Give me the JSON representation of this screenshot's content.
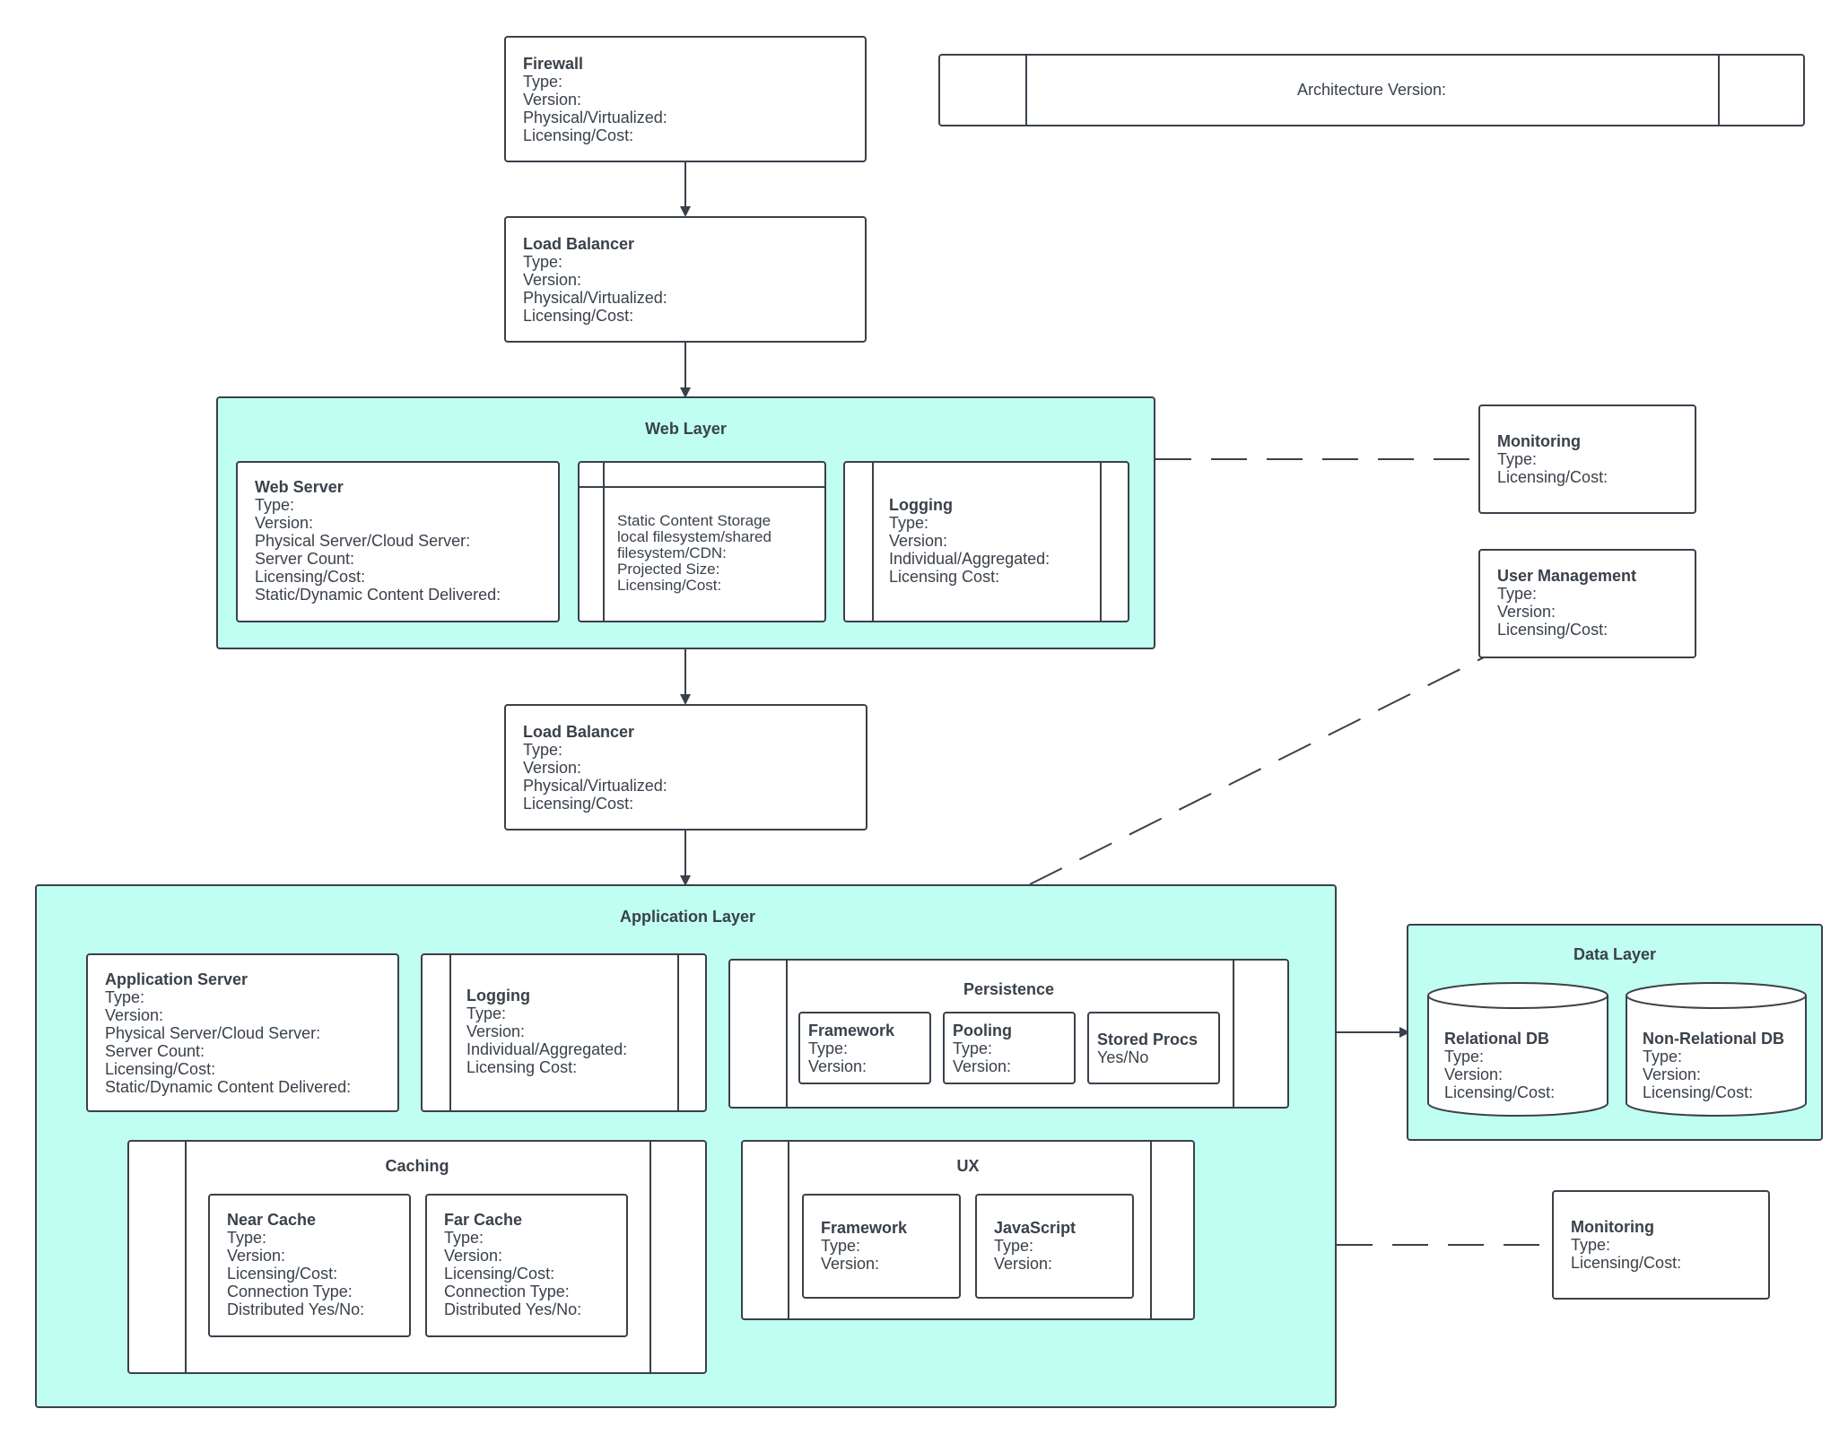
{
  "version": {
    "label": "Architecture Version:"
  },
  "firewall": {
    "title": "Firewall",
    "lines": [
      "Type:",
      "Version:",
      "Physical/Virtualized:",
      "Licensing/Cost:"
    ]
  },
  "lb1": {
    "title": "Load Balancer",
    "lines": [
      "Type:",
      "Version:",
      "Physical/Virtualized:",
      "Licensing/Cost:"
    ]
  },
  "web_layer": {
    "title": "Web Layer",
    "web_server": {
      "title": "Web Server",
      "lines": [
        "Type:",
        "Version:",
        "Physical Server/Cloud Server:",
        "Server Count:",
        "Licensing/Cost:",
        "Static/Dynamic Content Delivered:"
      ]
    },
    "static_storage": {
      "lines": [
        "Static Content Storage",
        "local filesystem/shared",
        "filesystem/CDN:",
        "Projected Size:",
        "Licensing/Cost:"
      ]
    },
    "logging": {
      "title": "Logging",
      "lines": [
        "Type:",
        "Version:",
        "Individual/Aggregated:",
        "Licensing Cost:"
      ]
    }
  },
  "monitoring1": {
    "title": "Monitoring",
    "lines": [
      "Type:",
      "Licensing/Cost:"
    ]
  },
  "user_mgmt": {
    "title": "User Management",
    "lines": [
      "Type:",
      "Version:",
      "Licensing/Cost:"
    ]
  },
  "lb2": {
    "title": "Load Balancer",
    "lines": [
      "Type:",
      "Version:",
      "Physical/Virtualized:",
      "Licensing/Cost:"
    ]
  },
  "app_layer": {
    "title": "Application Layer",
    "app_server": {
      "title": "Application Server",
      "lines": [
        "Type:",
        "Version:",
        "Physical Server/Cloud Server:",
        "Server Count:",
        "Licensing/Cost:",
        "Static/Dynamic Content Delivered:"
      ]
    },
    "logging": {
      "title": "Logging",
      "lines": [
        "Type:",
        "Version:",
        "Individual/Aggregated:",
        "Licensing Cost:"
      ]
    },
    "persistence": {
      "title": "Persistence",
      "framework": {
        "title": "Framework",
        "lines": [
          "Type:",
          "Version:"
        ]
      },
      "pooling": {
        "title": "Pooling",
        "lines": [
          "Type:",
          "Version:"
        ]
      },
      "stored_procs": {
        "title": "Stored Procs",
        "lines": [
          "Yes/No"
        ]
      }
    },
    "caching": {
      "title": "Caching",
      "near": {
        "title": "Near Cache",
        "lines": [
          "Type:",
          "Version:",
          "Licensing/Cost:",
          "Connection Type:",
          "Distributed Yes/No:"
        ]
      },
      "far": {
        "title": "Far Cache",
        "lines": [
          "Type:",
          "Version:",
          "Licensing/Cost:",
          "Connection Type:",
          "Distributed Yes/No:"
        ]
      }
    },
    "ux": {
      "title": "UX",
      "framework": {
        "title": "Framework",
        "lines": [
          "Type:",
          "Version:"
        ]
      },
      "javascript": {
        "title": "JavaScript",
        "lines": [
          "Type:",
          "Version:"
        ]
      }
    }
  },
  "data_layer": {
    "title": "Data Layer",
    "relational": {
      "title": "Relational DB",
      "lines": [
        "Type:",
        "Version:",
        "Licensing/Cost:"
      ]
    },
    "nonrelational": {
      "title": "Non-Relational DB",
      "lines": [
        "Type:",
        "Version:",
        "Licensing/Cost:"
      ]
    }
  },
  "monitoring2": {
    "title": "Monitoring",
    "lines": [
      "Type:",
      "Licensing/Cost:"
    ]
  }
}
